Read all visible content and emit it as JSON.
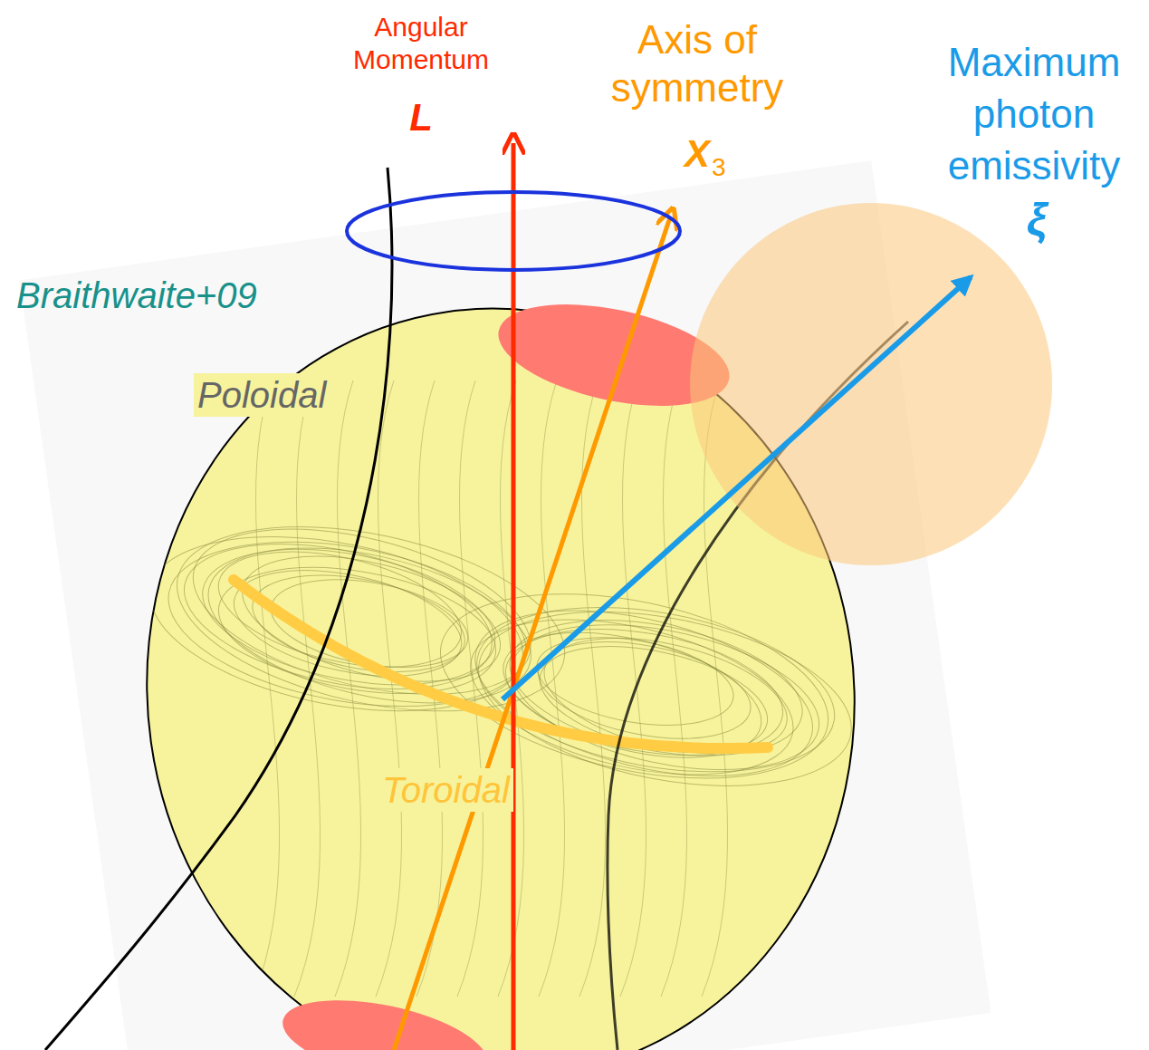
{
  "diagram": {
    "labels": [
      "Angular Momentum",
      "L",
      "Axis of symmetry",
      "X",
      "3",
      "Maximum photon emissivity",
      "ξ",
      "Braithwaite+09",
      "Poloidal",
      "Toroidal"
    ]
  }
}
